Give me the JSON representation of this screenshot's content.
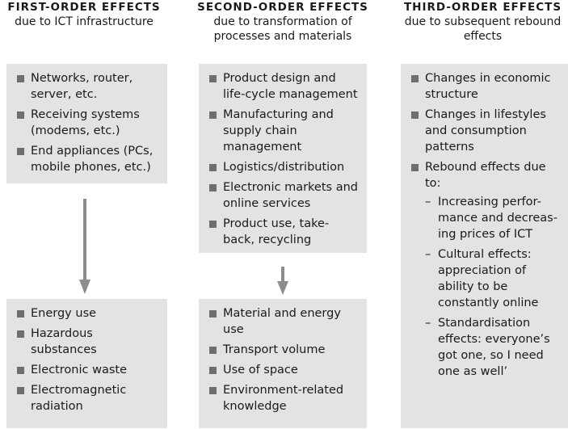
{
  "columns": [
    {
      "title": "FIRST-ORDER EFFECTS",
      "subtitle": "due to ICT infrastructure",
      "top_items": [
        "Networks, router, server, etc.",
        "Receiving systems (modems, etc.)",
        "End appliances (PCs, mobile phones, etc.)"
      ],
      "bottom_items": [
        "Energy use",
        "Hazardous substances",
        "Electronic waste",
        "Electromagnetic radiation"
      ]
    },
    {
      "title": "SECOND-ORDER EFFECTS",
      "subtitle": "due to transformation of processes and materials",
      "top_items": [
        "Product design and life-cycle management",
        "Manufacturing and supply chain management",
        "Logistics/distribution",
        "Electronic markets and online services",
        "Product use, take-back, recycling"
      ],
      "bottom_items": [
        "Material and energy use",
        "Transport volume",
        "Use of space",
        "Environment-related knowledge"
      ]
    },
    {
      "title": "THIRD-ORDER EFFECTS",
      "subtitle": "due to subsequent rebound effects",
      "items": [
        "Changes in economic structure",
        "Changes in lifestyles and consumption patterns",
        "Rebound effects due to:"
      ],
      "sub_items": [
        "Increasing perfor-mance and decreas-ing prices of ICT",
        "Cultural effects: appreciation of ability to be constantly online",
        "Standardisation effects: everyone’s got one, so I need one as well’"
      ]
    }
  ],
  "colors": {
    "box": "#e3e3e3",
    "arrow": "#8c8c8c",
    "bullet": "#6e6e6e"
  }
}
